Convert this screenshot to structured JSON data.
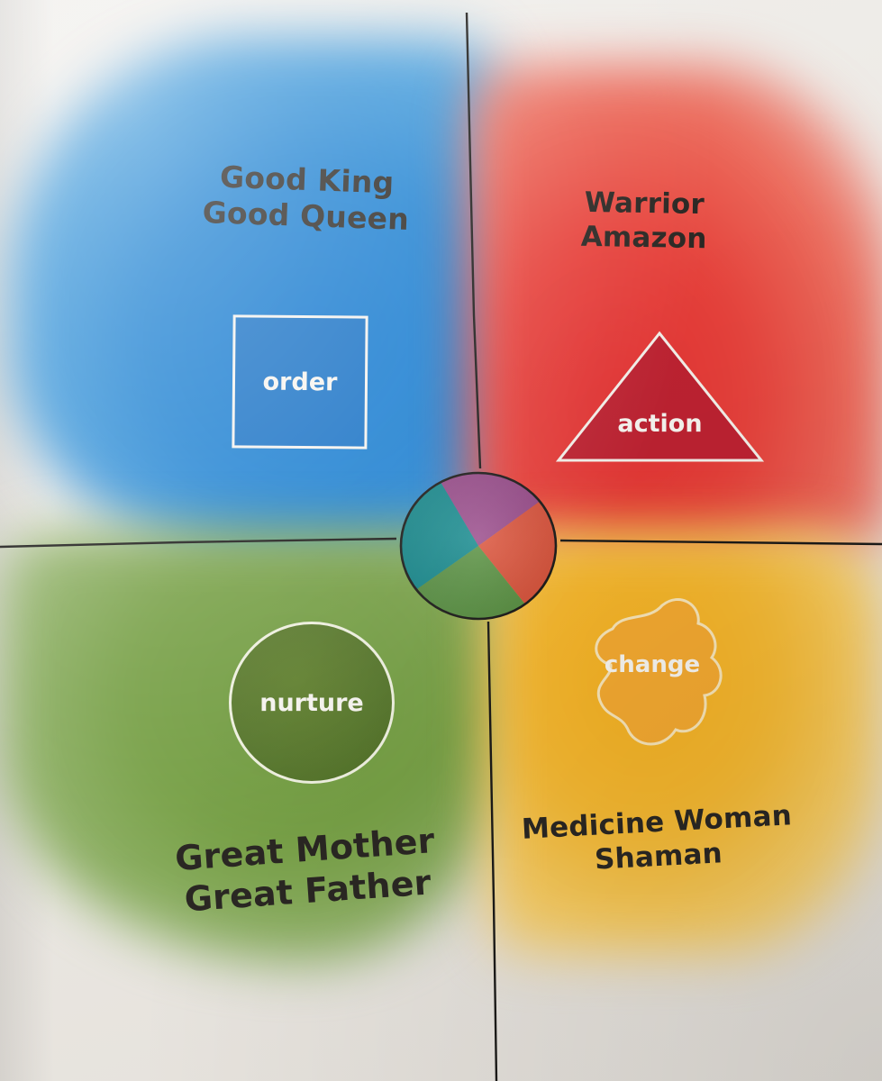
{
  "quadrants": {
    "top_left": {
      "lines": [
        "Good King",
        "Good Queen"
      ],
      "shape_label": "order",
      "shape": "square",
      "color": "#1a73c6"
    },
    "top_right": {
      "lines": [
        "Warrior",
        "Amazon"
      ],
      "shape_label": "action",
      "shape": "triangle",
      "color": "#c22535"
    },
    "bottom_left": {
      "lines": [
        "Great Mother",
        "Great Father"
      ],
      "shape_label": "nurture",
      "shape": "circle",
      "color": "#55752a"
    },
    "bottom_right": {
      "lines": [
        "Medicine Woman",
        "Shaman"
      ],
      "shape_label": "change",
      "shape": "organic-blob",
      "color": "#f0a82a"
    }
  },
  "center": {
    "shape": "color-wheel",
    "colors": [
      "#9b4a8c",
      "#e0533a",
      "#5a9442",
      "#128b8f"
    ]
  }
}
